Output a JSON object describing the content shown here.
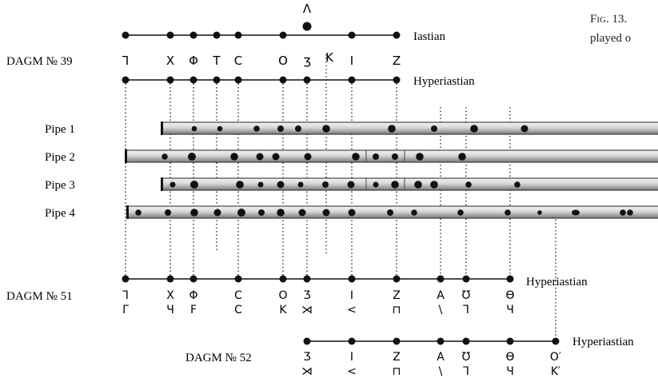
{
  "caption": {
    "fig_label": "Fig. 13.",
    "text_line2": "played o"
  },
  "tables": [
    {
      "label": "DAGM № 39",
      "upper_scale": "Iastian",
      "lower_scale": "Hyperiastian",
      "notes": [
        "Ꞁ",
        "Χ",
        "Φ",
        "Τ",
        "C",
        "Ο",
        "Ʒ",
        "Κ",
        "Ι",
        "Z"
      ],
      "extra_note": "Λ"
    },
    {
      "label": "DAGM № 51",
      "scale": "Hyperiastian",
      "vocal_notes": [
        "Ꞁ",
        "Χ",
        "Φ",
        "C",
        "Ο",
        "Ʒ",
        "Ι",
        "Z",
        "Α",
        "Ʊ",
        "Ɵ"
      ],
      "instrumental_notes": [
        "Γ",
        "Ч",
        "F",
        "C",
        "Κ",
        "⋊",
        "<",
        "⊓",
        "\\",
        "Ꞁ",
        "Ч"
      ]
    },
    {
      "label": "DAGM № 52",
      "scale": "Hyperiastian",
      "vocal_notes": [
        "Ʒ",
        "Ι",
        "Z",
        "Α",
        "Ʊ",
        "Ɵ",
        "Ο′"
      ],
      "instrumental_notes": [
        "⋊",
        "<",
        "⊓",
        "\\",
        "Ꞁ",
        "Ч",
        "K′"
      ]
    }
  ],
  "pipes": [
    {
      "label": "Pipe 1"
    },
    {
      "label": "Pipe 2"
    },
    {
      "label": "Pipe 3"
    },
    {
      "label": "Pipe 4"
    }
  ]
}
